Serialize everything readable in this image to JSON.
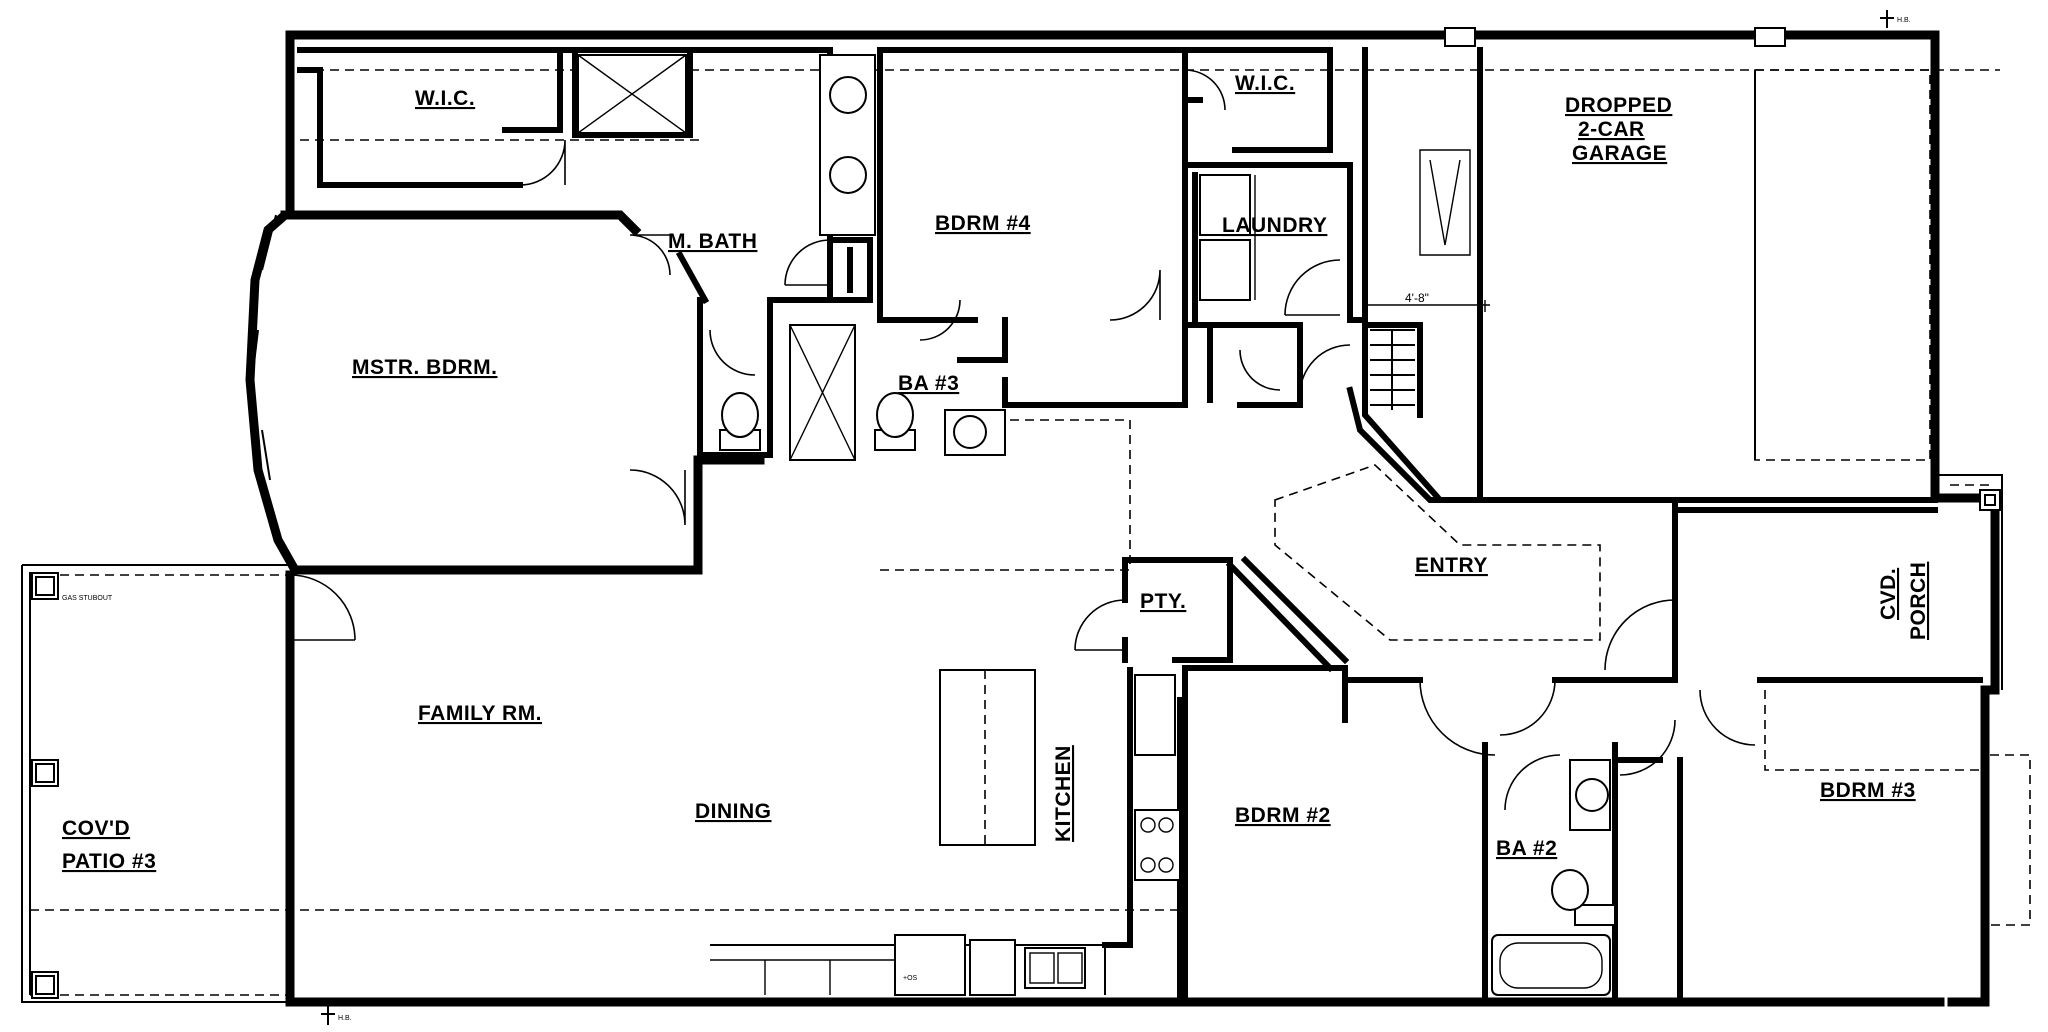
{
  "plan": {
    "rooms": {
      "wic_master": "W.I.C.",
      "master_bath": "M. BATH",
      "bedroom_4": "BDRM #4",
      "wic_bedroom4": "W.I.C.",
      "laundry": "LAUNDRY",
      "garage_line1": "DROPPED",
      "garage_line2": "2-CAR",
      "garage_line3": "GARAGE",
      "master_bedroom": "MSTR. BDRM.",
      "bath_3": "BA #3",
      "entry": "ENTRY",
      "pantry": "PTY.",
      "porch_line1": "CVD.",
      "porch_line2": "PORCH",
      "family_room": "FAMILY RM.",
      "dining": "DINING",
      "kitchen": "KITCHEN",
      "bedroom_2": "BDRM #2",
      "bath_2": "BA #2",
      "bedroom_3": "BDRM #3",
      "patio_line1": "COV'D",
      "patio_line2": "PATIO #3"
    },
    "notes": {
      "garage_dimension": "4'-8\"",
      "hose_bib_top": "H.B.",
      "hose_bib_bottom": "H.B.",
      "gas_stubout": "GAS STUBOUT",
      "range_hood": "+OS"
    }
  }
}
